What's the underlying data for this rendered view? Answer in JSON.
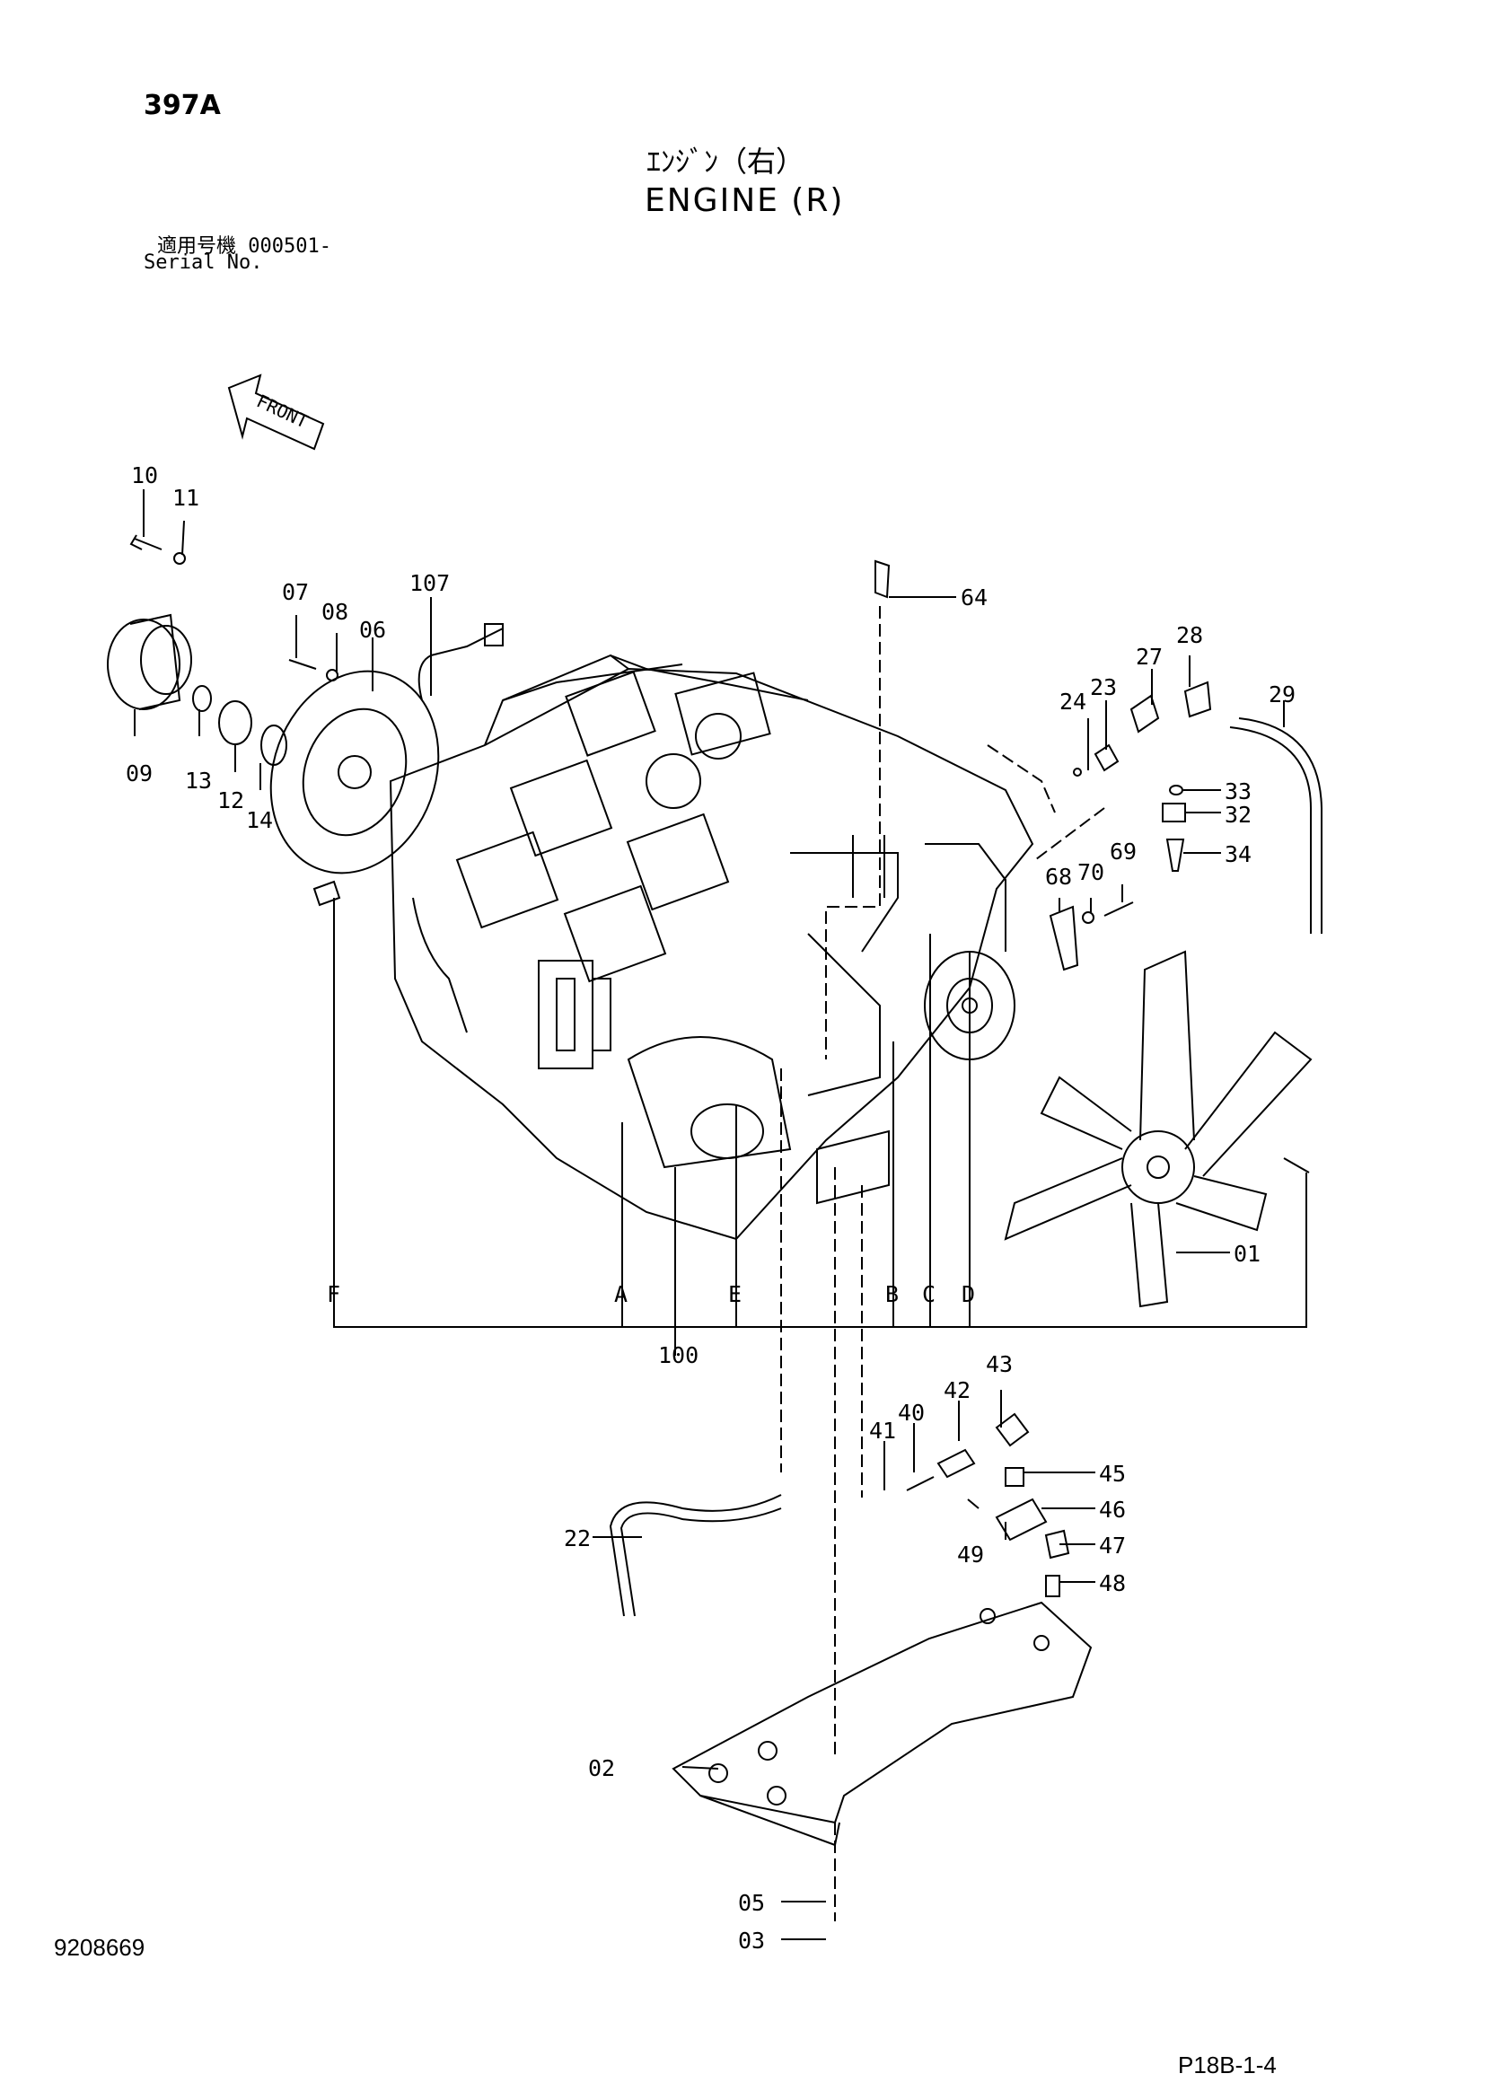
{
  "header": {
    "page_id": "397A",
    "title_jp": "ｴﾝｼﾞﾝ（右）",
    "title_en": "ENGINE (R)",
    "serial_label_jp": "適用号機",
    "serial_range": "000501-",
    "serial_label_en": "Serial No."
  },
  "orientation": {
    "label": "FRONT"
  },
  "callouts": [
    "10",
    "11",
    "09",
    "13",
    "12",
    "14",
    "07",
    "08",
    "06",
    "107",
    "64",
    "24",
    "23",
    "27",
    "28",
    "29",
    "33",
    "32",
    "34",
    "68",
    "70",
    "69",
    "01",
    "100",
    "22",
    "41",
    "40",
    "42",
    "43",
    "45",
    "46",
    "47",
    "48",
    "49",
    "02",
    "05",
    "03"
  ],
  "reference_letters": [
    "F",
    "A",
    "E",
    "B",
    "C",
    "D"
  ],
  "footer": {
    "doc_number": "9208669",
    "page_ref": "P18B-1-4"
  }
}
